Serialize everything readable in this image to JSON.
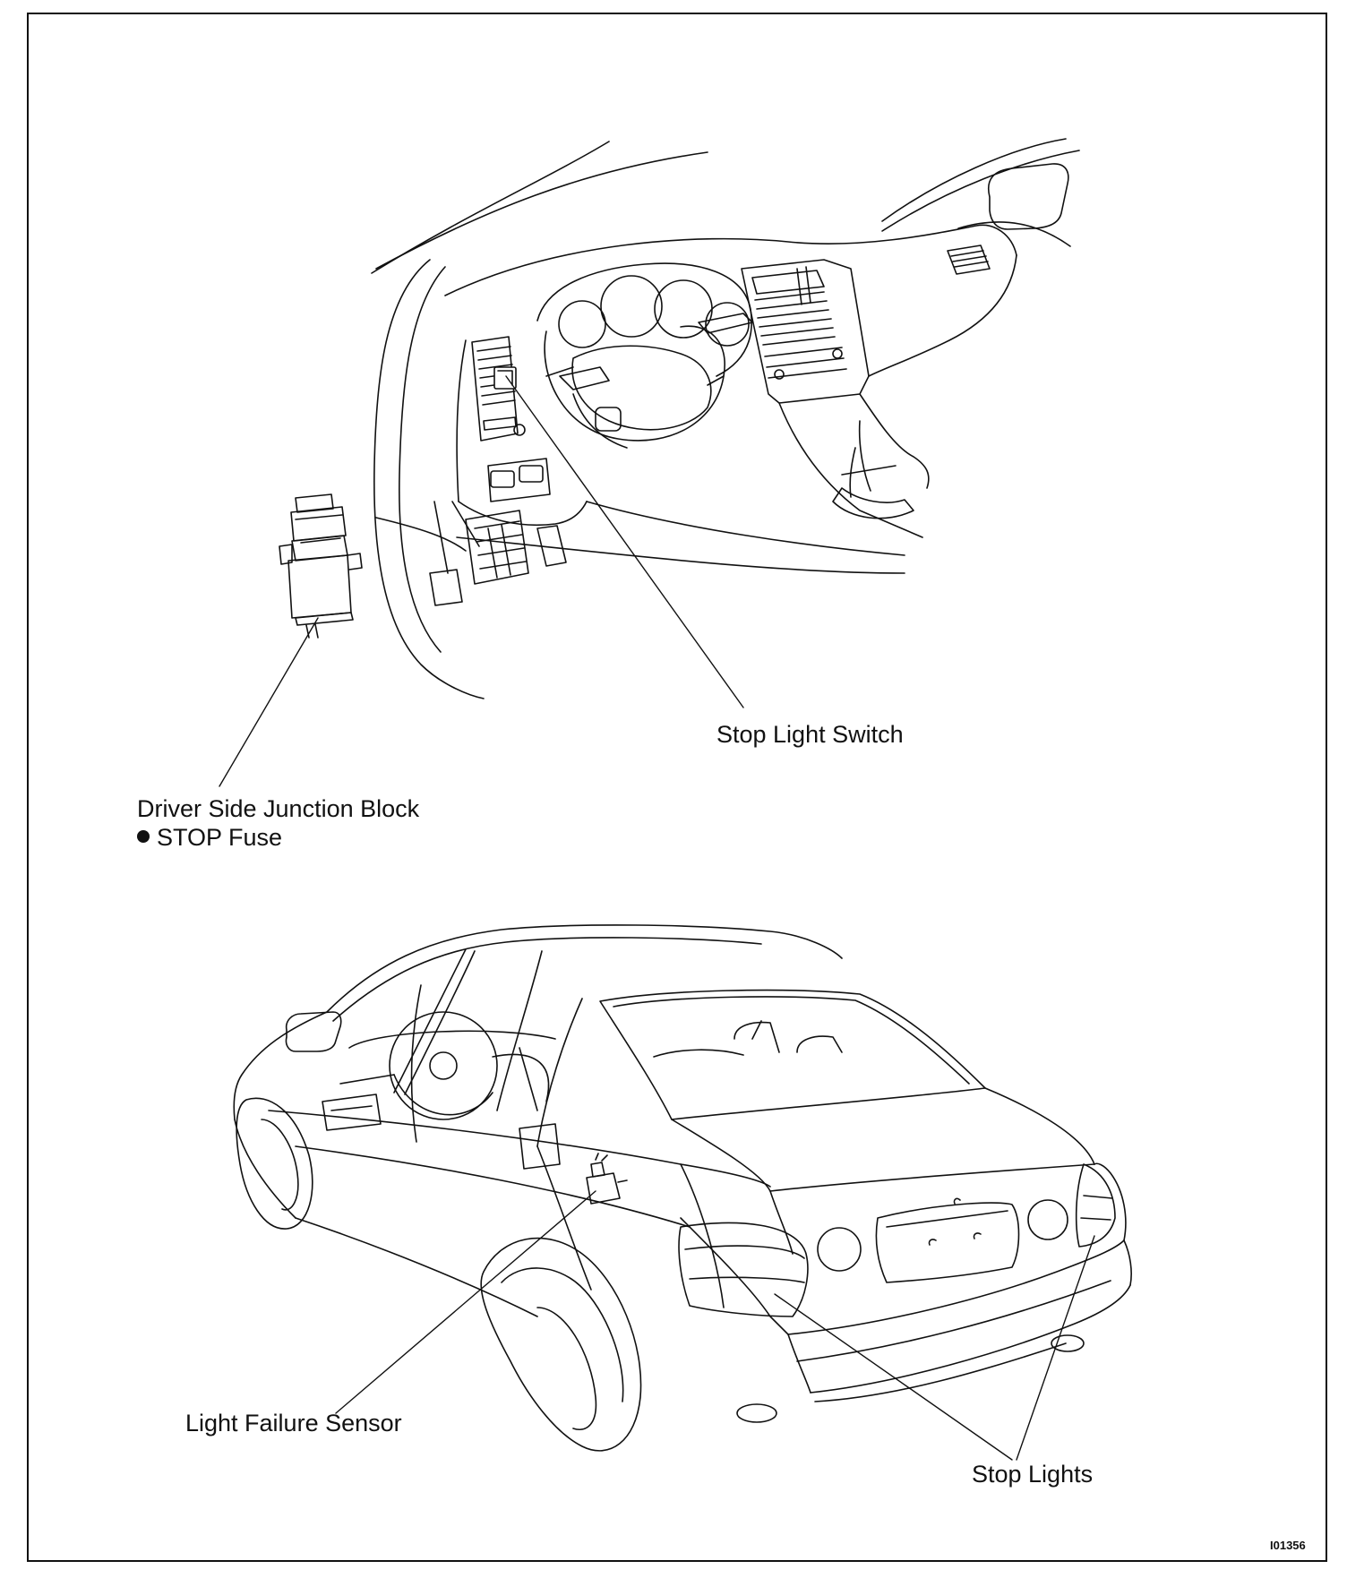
{
  "figure": {
    "id": "I01356"
  },
  "callouts": {
    "stop_light_switch": "Stop Light Switch",
    "junction_block_title": "Driver Side  Junction Block",
    "junction_block_fuse": "STOP Fuse",
    "light_failure_sensor": "Light Failure Sensor",
    "stop_lights": "Stop Lights"
  }
}
